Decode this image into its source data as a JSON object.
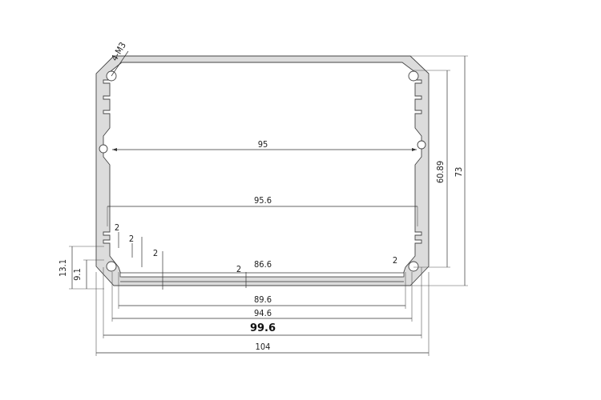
{
  "drawing": {
    "dimensions": {
      "thread": "4-M3",
      "inner_top_width": "95",
      "inner_mid_width": "95.6",
      "bottom_slot": "86.6",
      "bottom_inner_1": "89.6",
      "bottom_inner_2": "94.6",
      "bottom_inner_3": "99.6",
      "overall_width": "104",
      "inner_height": "60.89",
      "overall_height": "73",
      "left_h1": "13.1",
      "left_h2": "9.1",
      "fin_1": "2",
      "fin_2": "2",
      "fin_3": "2",
      "fin_4": "2",
      "fin_5": "2"
    }
  }
}
